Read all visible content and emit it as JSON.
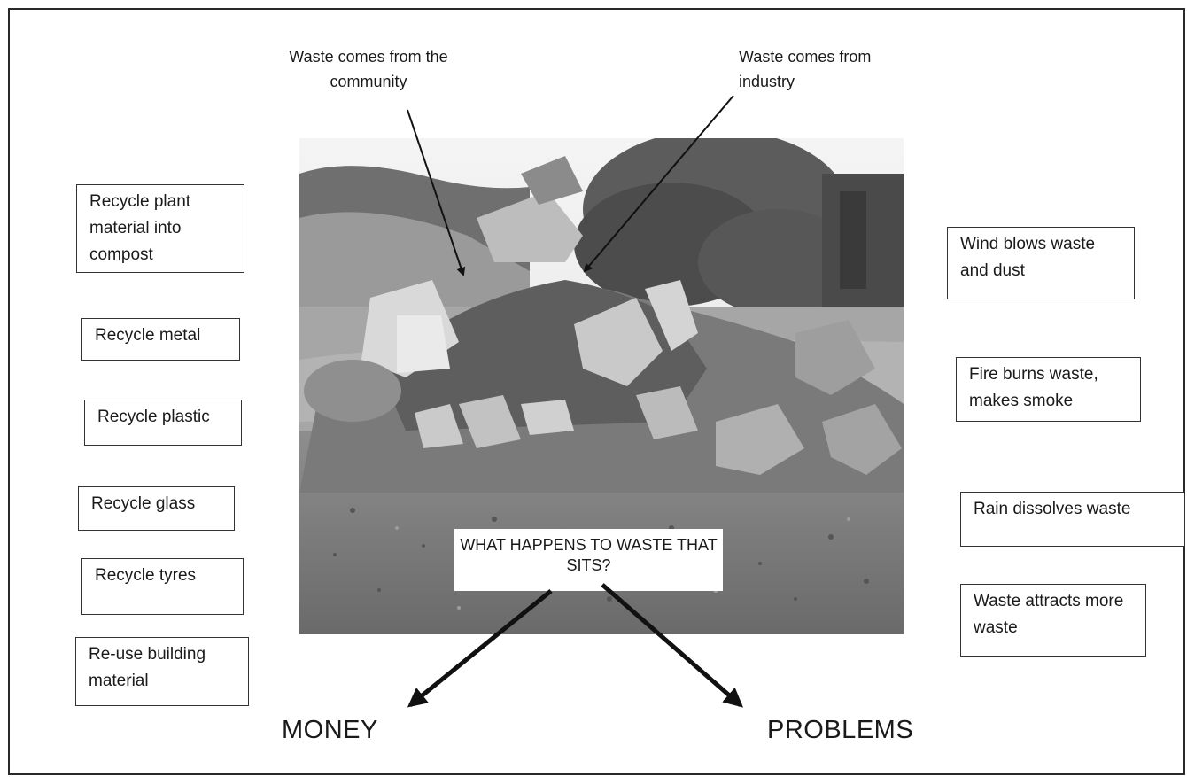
{
  "callouts": {
    "community": "Waste comes from the community",
    "industry": "Waste comes from industry"
  },
  "center_question": "WHAT HAPPENS TO WASTE THAT SITS?",
  "outcomes": {
    "left": "MONEY",
    "right": "PROBLEMS"
  },
  "money_items": [
    "Recycle plant material into compost",
    "Recycle metal",
    "Recycle plastic",
    "Recycle glass",
    "Recycle tyres",
    "Re-use building material"
  ],
  "problem_items": [
    "Wind blows waste and dust",
    "Fire burns waste, makes smoke",
    "Rain dissolves waste",
    "Waste attracts more waste"
  ],
  "photo": {
    "subject": "pile of dumped waste and rubble on a grassy field",
    "style": "grayscale photograph"
  }
}
